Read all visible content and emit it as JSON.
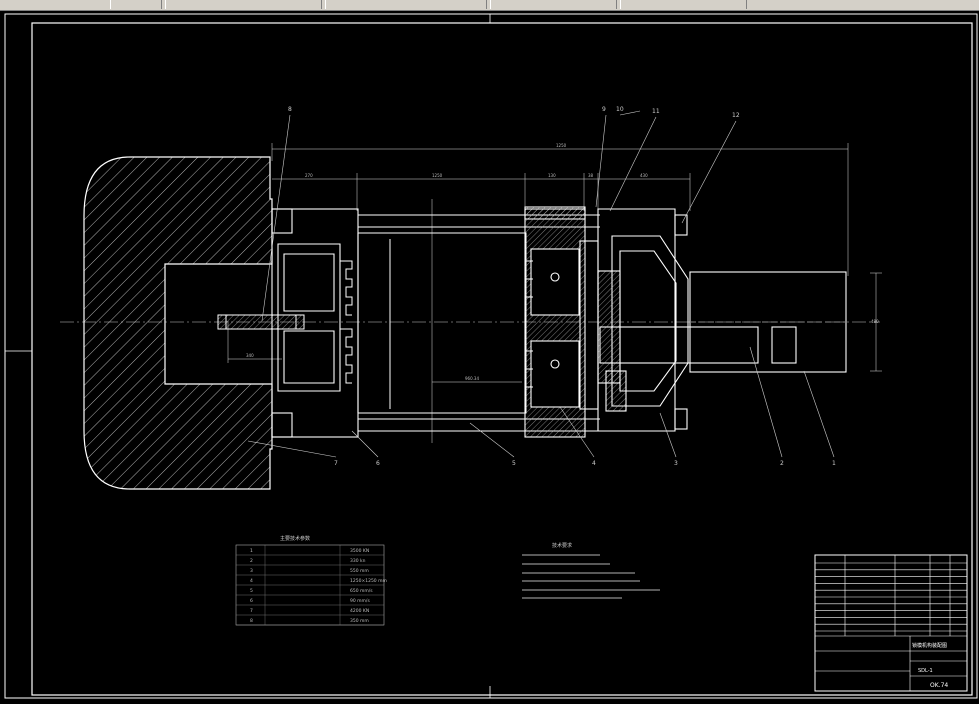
{
  "part_numbers": [
    "1",
    "2",
    "3",
    "4",
    "5",
    "6",
    "7",
    "8",
    "9",
    "10",
    "11",
    "12"
  ],
  "params_title": "主要技术参数",
  "params_rows": [
    {
      "no": "1",
      "value": "3500 KN"
    },
    {
      "no": "2",
      "value": "330 kn"
    },
    {
      "no": "3",
      "value": "550 mm"
    },
    {
      "no": "4",
      "value": "1250×1250 mm"
    },
    {
      "no": "5",
      "value": "650 mm/s"
    },
    {
      "no": "6",
      "value": "90 mm/s"
    },
    {
      "no": "7",
      "value": "4200 KN"
    },
    {
      "no": "8",
      "value": "350 mm"
    }
  ],
  "notes_title": "技术要求",
  "title_block_name": "锁模机构装配图",
  "drawing_no": "SDL-1",
  "sheet_code": "OK.74"
}
